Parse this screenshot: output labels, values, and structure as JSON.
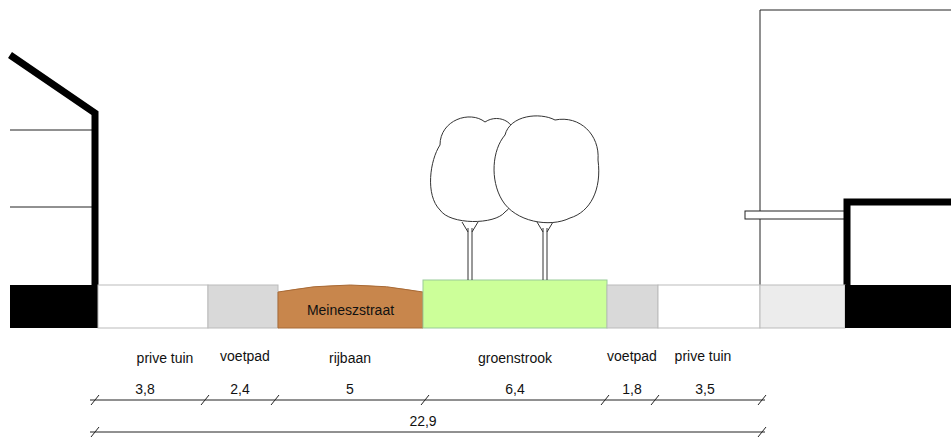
{
  "diagram": {
    "nodes": [
      {
        "text": [
          "Meineszstraat"
        ]
      }
    ],
    "labels": [
      "prive tuin",
      "voetpad",
      "rijbaan",
      "groenstrook",
      "voetpad",
      "prive tuin",
      "3,8",
      "2,4",
      "5",
      "6,4",
      "1,8",
      "3,5",
      "22,9"
    ]
  }
}
